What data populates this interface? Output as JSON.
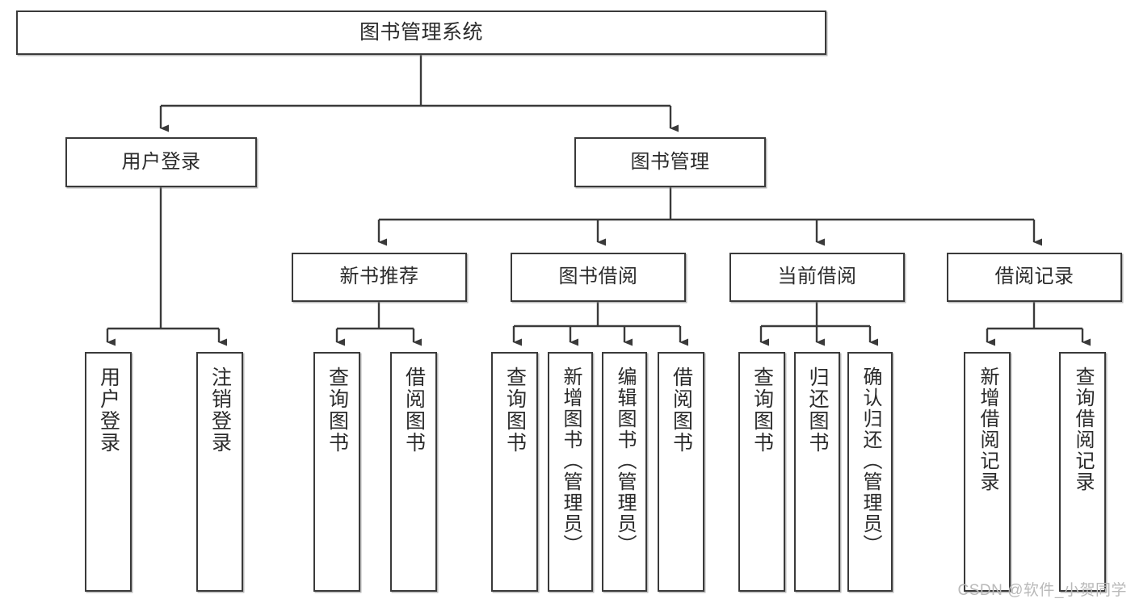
{
  "diagram": {
    "type": "tree",
    "title": "图书管理系统",
    "watermark": "CSDN @软件_小贺同学",
    "colors": {
      "box_border": "#3a3a3a",
      "box_fill": "#ffffff",
      "line": "#3a3a3a",
      "text": "#2b2b2b",
      "watermark": "#b9b9b9",
      "background": "#ffffff"
    },
    "levels": {
      "root": "图书管理系统",
      "level2": [
        "用户登录",
        "图书管理"
      ],
      "level3": [
        "新书推荐",
        "图书借阅",
        "当前借阅",
        "借阅记录"
      ]
    },
    "nodes": {
      "root": {
        "label": "图书管理系统"
      },
      "user_login": {
        "label": "用户登录"
      },
      "book_manage": {
        "label": "图书管理"
      },
      "new_book_rec": {
        "label": "新书推荐"
      },
      "book_borrow": {
        "label": "图书借阅"
      },
      "current_borrow": {
        "label": "当前借阅"
      },
      "borrow_record": {
        "label": "借阅记录"
      }
    },
    "leaves": {
      "user_login": [
        {
          "label": "用户登录"
        },
        {
          "label": "注销登录"
        }
      ],
      "new_book_rec": [
        {
          "label": "查询图书"
        },
        {
          "label": "借阅图书"
        }
      ],
      "book_borrow": [
        {
          "label": "查询图书"
        },
        {
          "label": "新增图书（管理员）"
        },
        {
          "label": "编辑图书（管理员）"
        },
        {
          "label": "借阅图书"
        }
      ],
      "current_borrow": [
        {
          "label": "查询图书"
        },
        {
          "label": "归还图书"
        },
        {
          "label": "确认归还（管理员）"
        }
      ],
      "borrow_record": [
        {
          "label": "新增借阅记录"
        },
        {
          "label": "查询借阅记录"
        }
      ]
    }
  }
}
